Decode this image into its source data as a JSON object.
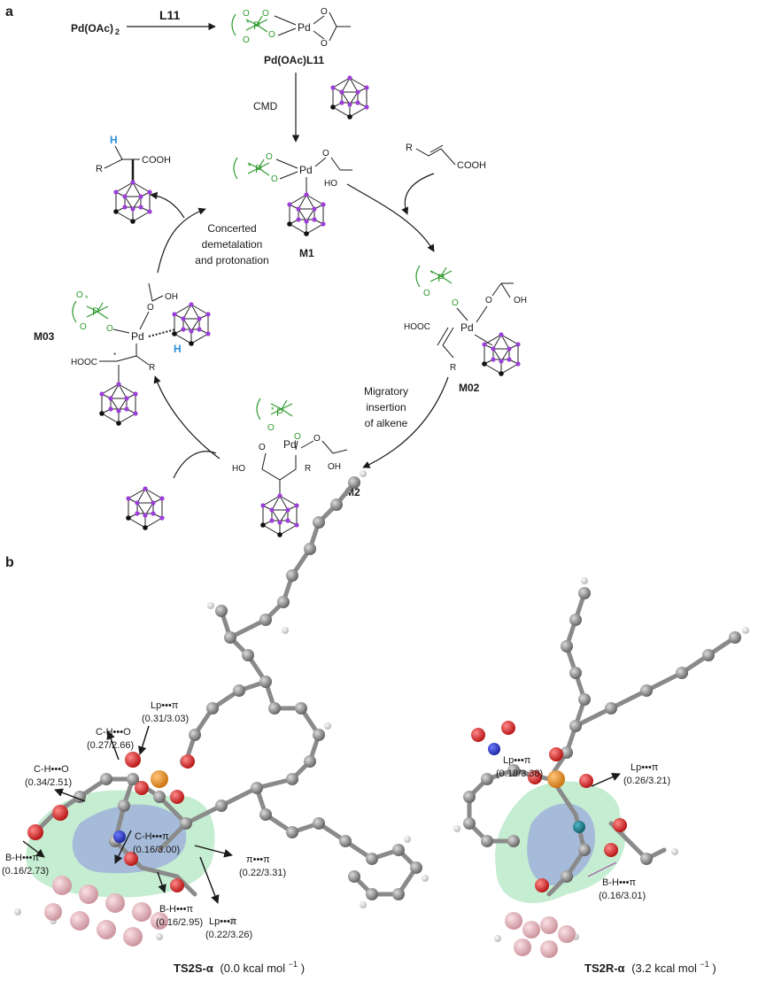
{
  "panel_a": {
    "letter": "a",
    "start_reagent": "Pd(OAc)",
    "start_sub": "2",
    "ligand": "L11",
    "complex_label": "Pd(OAc)L11",
    "cmd": "CMD",
    "star": "*",
    "atom_p": "P",
    "atom_o": "O",
    "atom_pd": "Pd",
    "atom_h": "H",
    "atom_r": "R",
    "cooh": "COOH",
    "hooc": "HOOC",
    "ho": "HO",
    "oh": "OH",
    "step_demet": [
      "Concerted",
      "demetalation",
      "and protonation"
    ],
    "step_insert": [
      "Migratory",
      "insertion",
      "of alkene"
    ],
    "intermediates": {
      "m1": "M1",
      "m02": "M02",
      "m2": "M2",
      "m03": "M03"
    }
  },
  "panel_b": {
    "letter": "b",
    "left_interactions": [
      {
        "name": "Lp•••π",
        "value": "(0.31/3.03)"
      },
      {
        "name": "C-H•••O",
        "value": "(0.27/2.66)"
      },
      {
        "name": "C-H•••O",
        "value": "(0.34/2.51)"
      },
      {
        "name": "C-H•••π",
        "value": "(0.16/3.00)"
      },
      {
        "name": "B-H•••π",
        "value": "(0.16/2.73)"
      },
      {
        "name": "π•••π",
        "value": "(0.22/3.31)"
      },
      {
        "name": "B-H•••π",
        "value": "(0.16/2.95)"
      },
      {
        "name": "Lp•••π",
        "value": "(0.22/3.26)"
      }
    ],
    "right_interactions": [
      {
        "name": "Lp•••π",
        "value": "(0.18/3.38)"
      },
      {
        "name": "Lp•••π",
        "value": "(0.26/3.21)"
      },
      {
        "name": "B-H•••π",
        "value": "(0.16/3.01)"
      }
    ],
    "left_caption": {
      "name": "TS2S-α",
      "energy": "(0.0 kcal mol",
      "sup": "−1",
      "close": ")"
    },
    "right_caption": {
      "name": "TS2R-α",
      "energy": "(3.2 kcal mol",
      "sup": "−1",
      "close": ")"
    }
  },
  "colors": {
    "ligand_green": "#2e9a2e",
    "boron_purple": "#9b3fd6",
    "hydrogen_blue": "#2a8fd8",
    "oxygen_red": "#d41d1d",
    "phosphorus_orange": "#e88a1a",
    "boron_pink": "#e8b4bc",
    "carbon_gray": "#7a7a7a",
    "nitrogen_blue": "#2233c8"
  }
}
